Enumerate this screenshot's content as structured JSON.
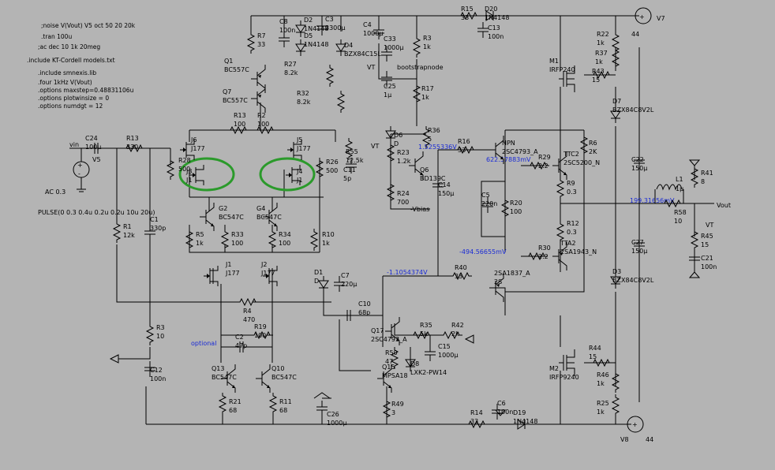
{
  "directives": [
    ";noise V(Vout) V5 oct 50 20 20k",
    ".tran 100u",
    ";ac dec 10 1k 20meg",
    ".include KT-Cordell models.txt",
    ".include smnexis.lib",
    ".four 1kHz V(Vout)",
    ".options maxstep=0.48831106u",
    ".options plotwinsize = 0",
    ".options numdgt = 12"
  ],
  "source_v5": {
    "name": "V5",
    "ac": "AC 0.3",
    "pulse": "PULSE(0 0.3 0.4u 0.2u 0.2u 10u 20u)"
  },
  "node_labels": {
    "vin": "vin",
    "vout": "Vout",
    "vt1": "VT",
    "vt2": "VT",
    "vt3": "VT",
    "vt4": "VT",
    "bootstrap": "bootstrapnode",
    "vbias": "-Vbias"
  },
  "rails": {
    "pos": "V7",
    "pos_value": "44",
    "neg": "V8",
    "neg_value": "44"
  },
  "voltages": [
    "1.5255336V",
    "622.57883mV",
    "-494.56655mV",
    "-1.1054374V",
    "199.31656mV"
  ],
  "optional_label": "optional",
  "components": {
    "C24": [
      "C24",
      "100µ"
    ],
    "R13": [
      "R13",
      "330"
    ],
    "R1": [
      "R1",
      "12k"
    ],
    "C1": [
      "C1",
      "330p"
    ],
    "R3": [
      "R3",
      "10"
    ],
    "C12": [
      "C12",
      "100n"
    ],
    "R4": [
      "R4",
      "470"
    ],
    "R7": [
      "R7",
      "33"
    ],
    "C8": [
      "C8",
      "100n"
    ],
    "D2": [
      "D2",
      "1N4148"
    ],
    "D5": [
      "D5",
      "1N4148"
    ],
    "C3": [
      "C3",
      "3300µ"
    ],
    "D4": [
      "D4",
      "BZX84C15L"
    ],
    "R27": [
      "R27",
      "8.2k"
    ],
    "R32": [
      "R32",
      "8.2k"
    ],
    "Q1": [
      "Q1",
      "BC557C"
    ],
    "Q7": [
      "Q7",
      "BC557C"
    ],
    "R13b": [
      "R13",
      "100"
    ],
    "R2": [
      "R2",
      "100"
    ],
    "J6": [
      "J6",
      "J177"
    ],
    "J5": [
      "J5",
      "J177"
    ],
    "R28": [
      "R28",
      "500"
    ],
    "R26": [
      "R26",
      "500"
    ],
    "J3": [
      "J3",
      "J1"
    ],
    "J4": [
      "J4",
      "J1"
    ],
    "G2": [
      "G2",
      "BC547C"
    ],
    "G4": [
      "G4",
      "BC547C"
    ],
    "R5": [
      "R5",
      "1k"
    ],
    "R33": [
      "R33",
      "100"
    ],
    "R34": [
      "R34",
      "100"
    ],
    "R10": [
      "R10",
      "1k"
    ],
    "J1": [
      "J1",
      "J177"
    ],
    "J2": [
      "J2",
      "J177"
    ],
    "C4": [
      "C4",
      "1000µ"
    ],
    "C33": [
      "C33",
      "1000µ"
    ],
    "C25": [
      "C25",
      "1µ"
    ],
    "R3b": [
      "R3",
      "1k"
    ],
    "R17": [
      "R17",
      "1k"
    ],
    "R36": [
      "R36",
      "5"
    ],
    "D6": [
      "D6",
      "D"
    ],
    "R23": [
      "R23",
      "1.2k"
    ],
    "R24": [
      "R24",
      "700"
    ],
    "Q6": [
      "Q6",
      "BD139C"
    ],
    "C14": [
      "C14",
      "150µ"
    ],
    "R55": [
      "R55",
      "12.5k"
    ],
    "C11": [
      "C11",
      "5p"
    ],
    "R15": [
      "R15",
      "33"
    ],
    "D20": [
      "D20",
      "1N4148"
    ],
    "C13": [
      "C13",
      "100n"
    ],
    "R16": [
      "R16",
      "33"
    ],
    "Q_NPN": [
      "NPN",
      "2SC4793_A"
    ],
    "R29": [
      "R29",
      "2.2"
    ],
    "TTC2": [
      "TTC2",
      "2SC5200_N"
    ],
    "R6": [
      "R6",
      "2K"
    ],
    "R9": [
      "R9",
      "0.3"
    ],
    "C5": [
      "C5",
      "220n"
    ],
    "R20": [
      "R20",
      "100"
    ],
    "R12": [
      "R12",
      "0.3"
    ],
    "R30": [
      "R30",
      "2.2"
    ],
    "TTA2": [
      "TTA2",
      "2SA1943_N"
    ],
    "R40": [
      "R40",
      "33"
    ],
    "Q_PNP": [
      "2SA1837_A",
      "2S"
    ],
    "M1": [
      "M1",
      "IRFP240"
    ],
    "R22": [
      "R22",
      "1k"
    ],
    "R37": [
      "R37",
      "1k"
    ],
    "R43": [
      "R43",
      "15"
    ],
    "D7": [
      "D7",
      "BZX84C8V2L"
    ],
    "C22": [
      "C22",
      "150µ"
    ],
    "L1": [
      "L1",
      "1µ"
    ],
    "R58": [
      "R58",
      "10"
    ],
    "R41": [
      "R41",
      "8"
    ],
    "R45": [
      "R45",
      "15"
    ],
    "C21": [
      "C21",
      "100n"
    ],
    "C27": [
      "C27",
      "150µ"
    ],
    "D3": [
      "D3",
      "BZX84C8V2L"
    ],
    "M2": [
      "M2",
      "IRFP9240"
    ],
    "R44": [
      "R44",
      "15"
    ],
    "R46": [
      "R46",
      "1k"
    ],
    "R25": [
      "R25",
      "1k"
    ],
    "C2": [
      "C2",
      "47p"
    ],
    "R19": [
      "R19",
      "100"
    ],
    "Q13": [
      "Q13",
      "BC547C"
    ],
    "Q10": [
      "Q10",
      "BC547C"
    ],
    "R21": [
      "R21",
      "68"
    ],
    "R11": [
      "R11",
      "68"
    ],
    "C26": [
      "C26",
      "1000µ"
    ],
    "C10": [
      "C10",
      "68p"
    ],
    "Q17": [
      "Q17",
      "2SC4793_A"
    ],
    "R35": [
      "R35",
      "5k"
    ],
    "R42": [
      "R42",
      "2k"
    ],
    "C15": [
      "C15",
      "1000µ"
    ],
    "R50": [
      "R50",
      "47"
    ],
    "D8": [
      "D8",
      "LXK2-PW14"
    ],
    "Q15": [
      "Q15",
      "MPSA18"
    ],
    "R49": [
      "R49",
      "3"
    ],
    "R14": [
      "R14",
      "33"
    ],
    "C6": [
      "C6",
      "100n"
    ],
    "D19": [
      "D19",
      "1N4148"
    ],
    "D1": [
      "D1",
      "D"
    ],
    "C7": [
      "C7",
      "220µ"
    ]
  }
}
